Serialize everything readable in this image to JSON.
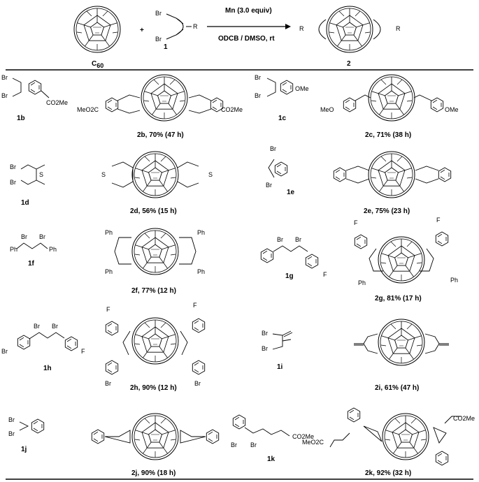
{
  "header": {
    "reagent_top": "Mn (3.0 equiv)",
    "conditions_bottom": "ODCB / DMSO, rt",
    "plus": "+",
    "c60_label": "C",
    "c60_sub": "60",
    "reactant_label": "1",
    "product_label": "2",
    "br_top": "Br",
    "br_bottom": "Br",
    "r_group": "R",
    "r_left": "R",
    "r_right": "R"
  },
  "entries": [
    {
      "sm": "1b",
      "product": "2b, 70% (47 h)",
      "atoms": [
        "Br",
        "Br",
        "CO2Me"
      ],
      "product_atoms": [
        "MeO2C",
        "CO2Me"
      ]
    },
    {
      "sm": "1c",
      "product": "2c, 71% (38 h)",
      "atoms": [
        "Br",
        "Br",
        "OMe"
      ],
      "product_atoms": [
        "MeO",
        "OMe"
      ]
    },
    {
      "sm": "1d",
      "product": "2d, 56% (15 h)",
      "atoms": [
        "Br",
        "Br",
        "S"
      ],
      "product_atoms": [
        "S",
        "S"
      ]
    },
    {
      "sm": "1e",
      "product": "2e, 75% (23 h)",
      "atoms": [
        "Br",
        "Br"
      ],
      "product_atoms": []
    },
    {
      "sm": "1f",
      "product": "2f, 77% (12 h)",
      "atoms": [
        "Br",
        "Br",
        "Ph",
        "Ph"
      ],
      "product_atoms": [
        "Ph",
        "Ph",
        "Ph",
        "Ph"
      ]
    },
    {
      "sm": "1g",
      "product": "2g, 81% (17 h)",
      "atoms": [
        "Br",
        "Br",
        "F"
      ],
      "product_atoms": [
        "F",
        "F",
        "Ph",
        "Ph"
      ]
    },
    {
      "sm": "1h",
      "product": "2h, 90% (12 h)",
      "atoms": [
        "Br",
        "Br",
        "Br",
        "F"
      ],
      "product_atoms": [
        "F",
        "F",
        "Br",
        "Br"
      ]
    },
    {
      "sm": "1i",
      "product": "2i, 61% (47 h)",
      "atoms": [
        "Br",
        "Br"
      ],
      "product_atoms": []
    },
    {
      "sm": "1j",
      "product": "2j, 90% (18 h)",
      "atoms": [
        "Br",
        "Br"
      ],
      "product_atoms": []
    },
    {
      "sm": "1k",
      "product": "2k, 92% (32 h)",
      "atoms": [
        "Br",
        "Br",
        "CO2Me"
      ],
      "product_atoms": [
        "CO2Me",
        "MeO2C"
      ]
    }
  ]
}
